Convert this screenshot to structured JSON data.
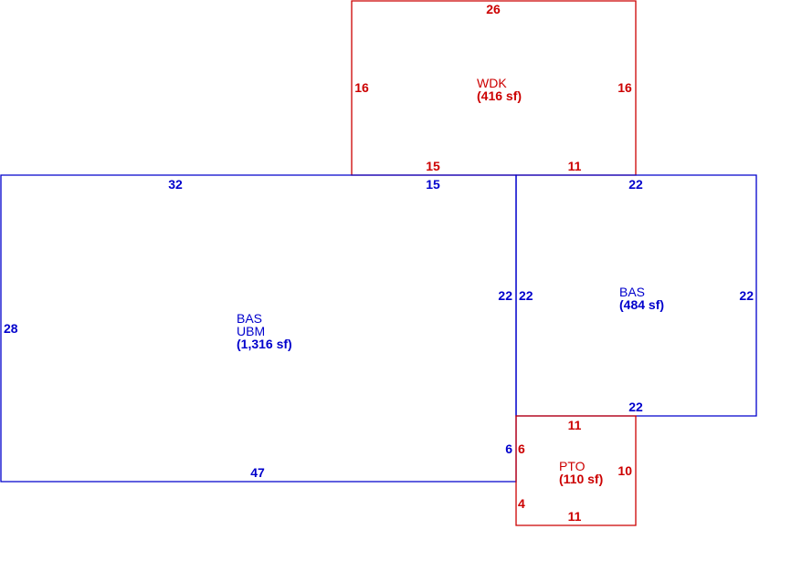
{
  "colors": {
    "living": "#0000cc",
    "exterior": "#cc0000",
    "background": "#ffffff"
  },
  "areas": {
    "wdk": {
      "code": "WDK",
      "area": "(416 sf)",
      "color": "#cc0000"
    },
    "bas_main": {
      "code": "BAS",
      "code2": "UBM",
      "area": "(1,316 sf)",
      "color": "#0000cc"
    },
    "bas_right": {
      "code": "BAS",
      "area": "(484 sf)",
      "color": "#0000cc"
    },
    "pto": {
      "code": "PTO",
      "area": "(110 sf)",
      "color": "#cc0000"
    }
  },
  "dimensions": {
    "wdk_top": "26",
    "wdk_left": "16",
    "wdk_right": "16",
    "wdk_bottom_left": "15",
    "wdk_bottom_right": "11",
    "bas_main_top_left": "32",
    "bas_main_top_right": "15",
    "bas_main_left": "28",
    "bas_main_right": "22",
    "bas_main_lower_right": "6",
    "bas_main_bottom": "47",
    "bas_right_top": "22",
    "bas_right_left": "22",
    "bas_right_right": "22",
    "bas_right_bottom": "22",
    "pto_top": "11",
    "pto_left_upper": "6",
    "pto_left_lower": "4",
    "pto_right": "10",
    "pto_bottom": "11"
  }
}
